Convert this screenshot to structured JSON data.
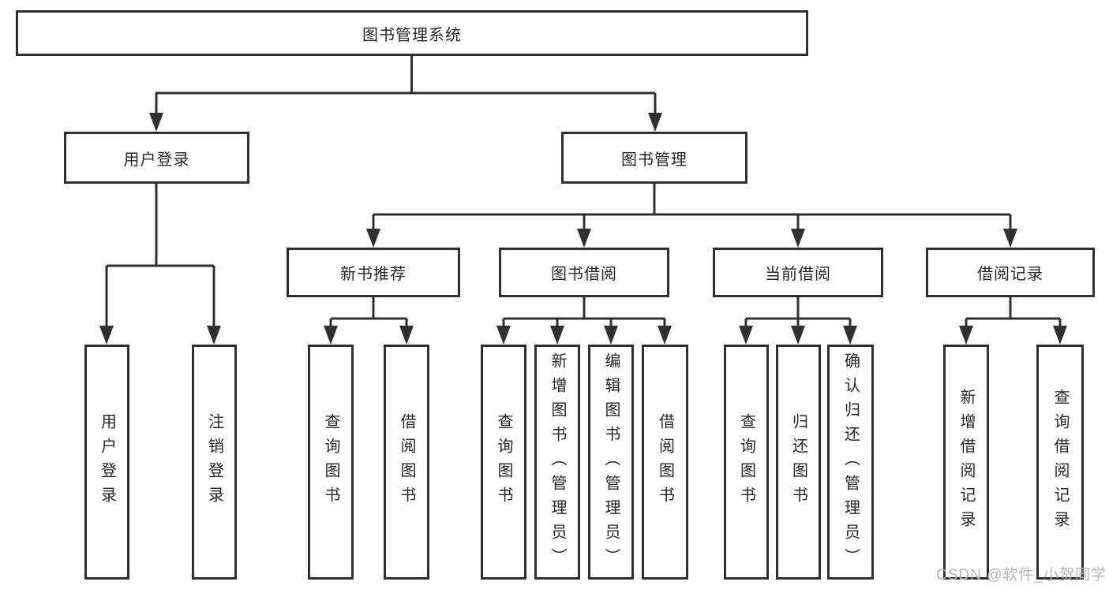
{
  "diagram": {
    "type": "hierarchy",
    "root": {
      "label": "图书管理系统",
      "children": [
        {
          "label": "用户登录",
          "children": [
            {
              "label": "用户登录"
            },
            {
              "label": "注销登录"
            }
          ]
        },
        {
          "label": "图书管理",
          "children": [
            {
              "label": "新书推荐",
              "children": [
                {
                  "label": "查询图书"
                },
                {
                  "label": "借阅图书"
                }
              ]
            },
            {
              "label": "图书借阅",
              "children": [
                {
                  "label": "查询图书"
                },
                {
                  "label": "新增图书（管理员）"
                },
                {
                  "label": "编辑图书（管理员）"
                },
                {
                  "label": "借阅图书"
                }
              ]
            },
            {
              "label": "当前借阅",
              "children": [
                {
                  "label": "查询图书"
                },
                {
                  "label": "归还图书"
                },
                {
                  "label": "确认归还（管理员）"
                }
              ]
            },
            {
              "label": "借阅记录",
              "children": [
                {
                  "label": "新增借阅记录"
                },
                {
                  "label": "查询借阅记录"
                }
              ]
            }
          ]
        }
      ]
    },
    "colors": {
      "box_border": "#2e2e2e",
      "connector": "#303030",
      "text": "#262626",
      "watermark": "#b4b4b4"
    }
  },
  "watermark": {
    "text": "CSDN @软件_小贺同学"
  }
}
